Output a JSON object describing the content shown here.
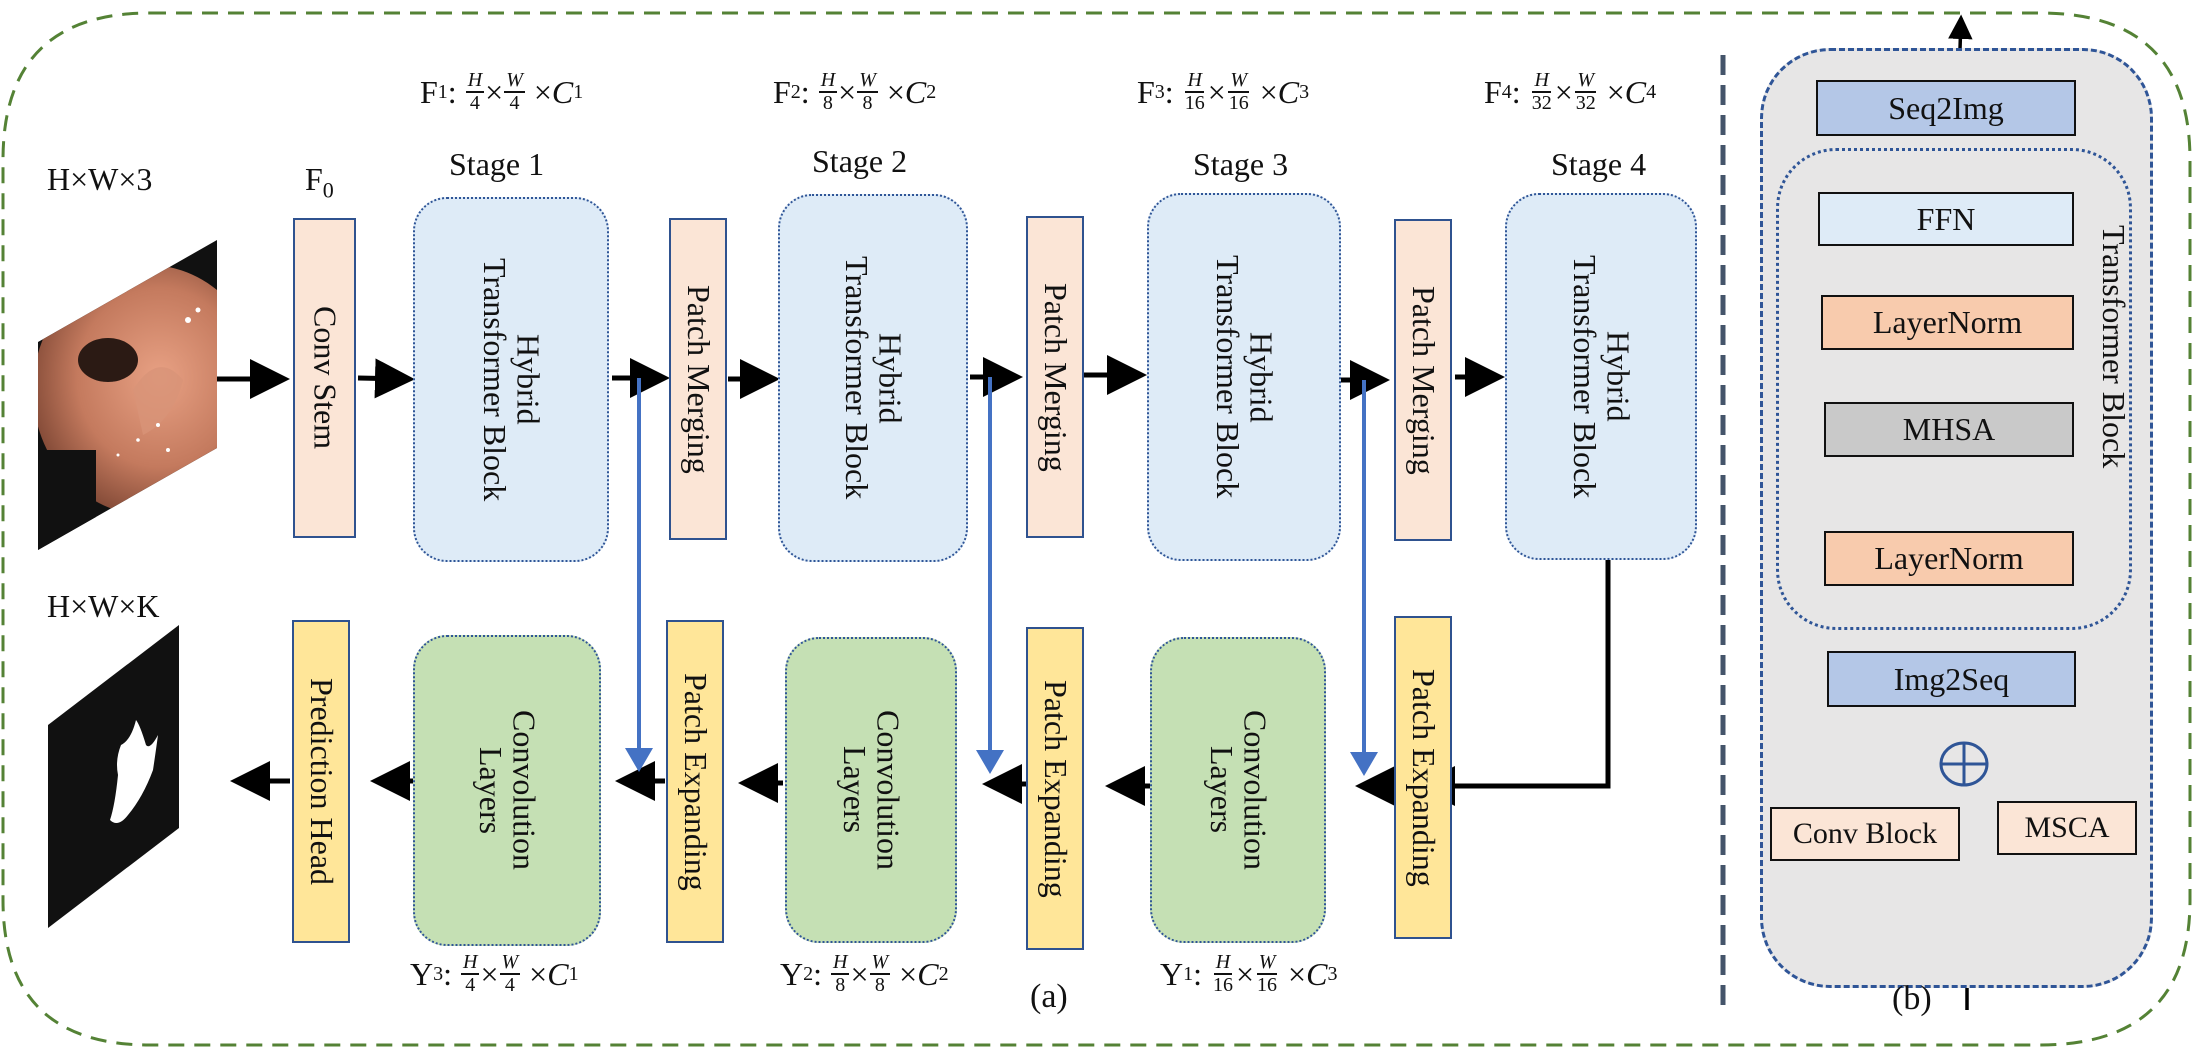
{
  "figure_a": {
    "caption": "(a)",
    "input": {
      "dims": "H×W×3",
      "image": "colonoscopy-input-image"
    },
    "output": {
      "dims": "H×W×K",
      "image": "segmentation-mask-output"
    },
    "f0_label": "F",
    "f0_sub": "0",
    "conv_stem": "Conv Stem",
    "encoder": [
      {
        "stage": "Stage 1",
        "block": [
          "Hybrid",
          "Transformer Block"
        ],
        "feat": "F",
        "feat_sub": "1",
        "div": "4",
        "c": "C",
        "c_sub": "1"
      },
      {
        "stage": "Stage 2",
        "block": [
          "Hybrid",
          "Transformer Block"
        ],
        "feat": "F",
        "feat_sub": "2",
        "div": "8",
        "c": "C",
        "c_sub": "2"
      },
      {
        "stage": "Stage 3",
        "block": [
          "Hybrid",
          "Transformer Block"
        ],
        "feat": "F",
        "feat_sub": "3",
        "div": "16",
        "c": "C",
        "c_sub": "3"
      },
      {
        "stage": "Stage 4",
        "block": [
          "Hybrid",
          "Transformer Block"
        ],
        "feat": "F",
        "feat_sub": "4",
        "div": "32",
        "c": "C",
        "c_sub": "4"
      }
    ],
    "patch_merging": "Patch Merging",
    "patch_expanding": "Patch Expanding",
    "prediction_head": "Prediction Head",
    "decoder": [
      {
        "block": [
          "Convolution",
          "Layers"
        ],
        "feat": "Y",
        "feat_sub": "3",
        "div": "4",
        "c": "C",
        "c_sub": "1"
      },
      {
        "block": [
          "Convolution",
          "Layers"
        ],
        "feat": "Y",
        "feat_sub": "2",
        "div": "8",
        "c": "C",
        "c_sub": "2"
      },
      {
        "block": [
          "Convolution",
          "Layers"
        ],
        "feat": "Y",
        "feat_sub": "1",
        "div": "16",
        "c": "C",
        "c_sub": "3"
      }
    ],
    "H": "H",
    "W": "W",
    "times": "×",
    "colon": ":"
  },
  "figure_b": {
    "caption": "(b)",
    "group_label": "Transformer Block",
    "seq2img": "Seq2Img",
    "ffn": "FFN",
    "layernorm_top": "LayerNorm",
    "mhsa": "MHSA",
    "layernorm_bottom": "LayerNorm",
    "img2seq": "Img2Seq",
    "add_op": "⊕",
    "conv_block": "Conv Block",
    "msca": "MSCA"
  },
  "colors": {
    "outer_border": "#548235",
    "divider": "#44546a",
    "skip_arrow": "#4472c4",
    "hybrid_fill": "#deebf7",
    "conv_fill": "#c5e0b4",
    "merge_fill": "#fbe5d6",
    "expand_fill": "#ffe699",
    "seq_fill": "#b4c7e7",
    "ln_fill": "#f8cbad",
    "mhsa_fill": "#c9c9c9",
    "panel_b_fill": "#e7e6e6"
  }
}
